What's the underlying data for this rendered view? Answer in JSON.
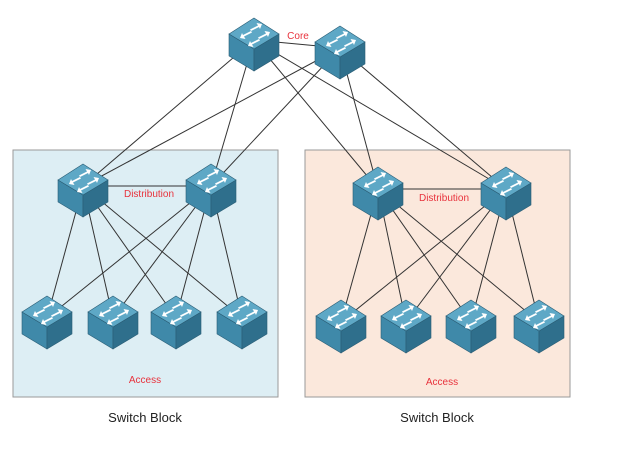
{
  "labels": {
    "core": "Core",
    "left_distribution": "Distribution",
    "left_access": "Access",
    "right_distribution": "Distribution",
    "right_access": "Access",
    "left_block": "Switch Block",
    "right_block": "Switch Block"
  },
  "colors": {
    "label": "#e8323c",
    "left_block_fill": "#ddeef4",
    "right_block_fill": "#fbe8dc",
    "block_border": "#9a9a9a",
    "switch_top": "#5ea8c6",
    "switch_side_left": "#3f89a9",
    "switch_side_right": "#2f6f8c",
    "link": "#333333"
  },
  "icons": {
    "switch": "network-switch-icon"
  },
  "topology": {
    "core": [
      "core-1",
      "core-2"
    ],
    "blocks": [
      {
        "name": "left",
        "distribution": [
          "dist-1",
          "dist-2"
        ],
        "access": [
          "acc-1",
          "acc-2",
          "acc-3",
          "acc-4"
        ]
      },
      {
        "name": "right",
        "distribution": [
          "dist-3",
          "dist-4"
        ],
        "access": [
          "acc-5",
          "acc-6",
          "acc-7",
          "acc-8"
        ]
      }
    ]
  }
}
